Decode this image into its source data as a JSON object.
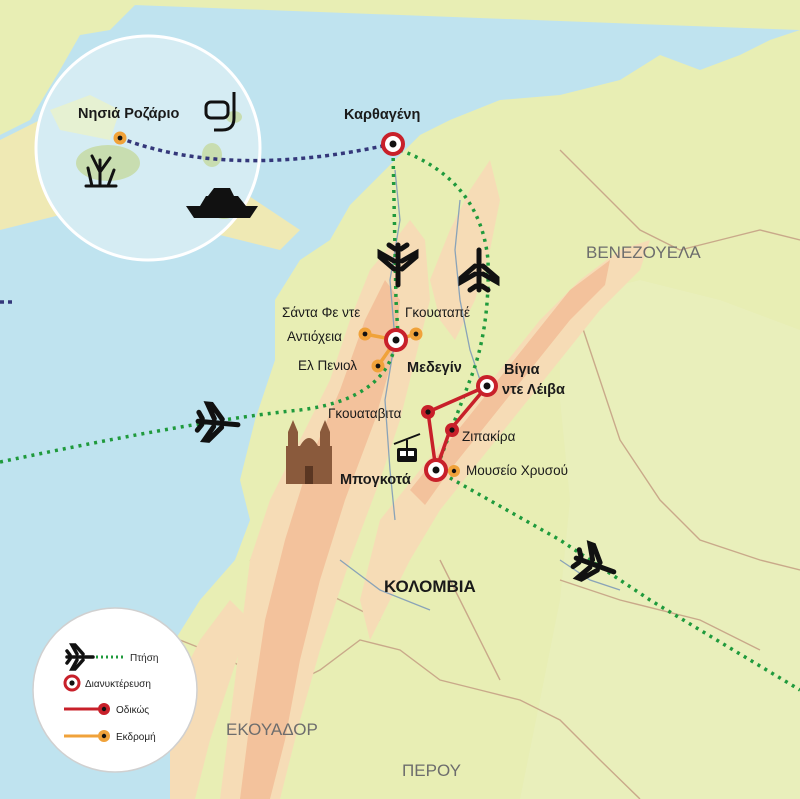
{
  "countries": {
    "venezuela": "ΒΕΝΕΖΟΥΕΛΑ",
    "ecuador": "ΕΚΟΥΑΔΟΡ",
    "peru": "ΠΕΡΟΥ",
    "colombia": "ΚΟΛΟΜΒΙΑ"
  },
  "places": {
    "rosario": "Νησιά Ροζάριο",
    "cartagena": "Καρθαγένη",
    "santa_fe_1": "Σάντα Φε ντε",
    "santa_fe_2": "Αντιόχεια",
    "guatape": "Γκουαταπέ",
    "penol": "Ελ Πενιολ",
    "medellin": "Μεδεγίν",
    "villa_1": "Βίγια",
    "villa_2": "ντε Λέιβα",
    "guatavita": "Γκουαταβιτα",
    "zipaquira": "Ζιπακίρα",
    "bogota": "Μπογκοτά",
    "gold_museum": "Μουσείο Χρυσού"
  },
  "legend": {
    "flight": "Πτήση",
    "overnight": "Διανυκτέρευση",
    "road": "Οδικώς",
    "excursion": "Εκδρομή"
  },
  "colors": {
    "sea": "#bfe3ef",
    "land": "#e8eeb4",
    "mountain": "#f3c9a0",
    "flight_route": "#1f9a3c",
    "sea_route": "#34377a",
    "overnight": "#c8202a",
    "road": "#c8202a",
    "excursion": "#f0a23a"
  }
}
